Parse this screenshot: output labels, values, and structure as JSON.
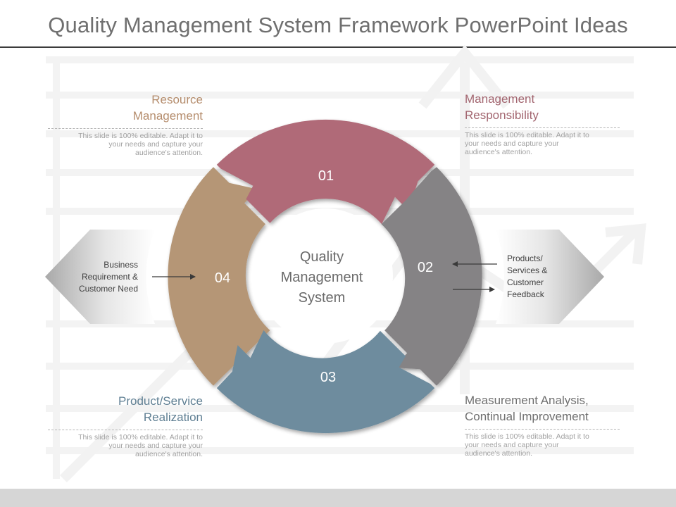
{
  "title": "Quality Management System Framework PowerPoint Ideas",
  "center": {
    "lines": [
      "Quality",
      "Management",
      "System"
    ]
  },
  "segments": [
    {
      "number": "01",
      "color": "#b06b78"
    },
    {
      "number": "02",
      "color": "#858385"
    },
    {
      "number": "03",
      "color": "#6e8c9e"
    },
    {
      "number": "04",
      "color": "#b59676"
    }
  ],
  "blocks": {
    "top_left": {
      "heading_lines": [
        "Resource",
        "Management"
      ],
      "heading_color": "#b58d6d",
      "desc_lines": [
        "This slide is 100% editable. Adapt it to",
        "your needs and capture your",
        "audience's attention."
      ]
    },
    "top_right": {
      "heading_lines": [
        "Management",
        "Responsibility"
      ],
      "heading_color": "#a2656f",
      "desc_lines": [
        "This slide is 100% editable. Adapt it to",
        "your needs and capture your",
        "audience's attention."
      ]
    },
    "bottom_left": {
      "heading_lines": [
        "Product/Service",
        "Realization"
      ],
      "heading_color": "#5f7f93",
      "desc_lines": [
        "This slide is 100% editable. Adapt it to",
        "your needs and capture your",
        "audience's attention."
      ]
    },
    "bottom_right": {
      "heading_lines": [
        "Measurement Analysis,",
        "Continual Improvement"
      ],
      "heading_color": "#6f6f6f",
      "desc_lines": [
        "This slide is 100% editable. Adapt it to",
        "your needs and capture your",
        "audience's attention."
      ]
    }
  },
  "left_arrow": {
    "lines": [
      "Business",
      "Requirement &",
      "Customer Need"
    ]
  },
  "right_arrow": {
    "lines": [
      "Products/",
      "Services &",
      "Customer",
      "Feedback"
    ]
  }
}
